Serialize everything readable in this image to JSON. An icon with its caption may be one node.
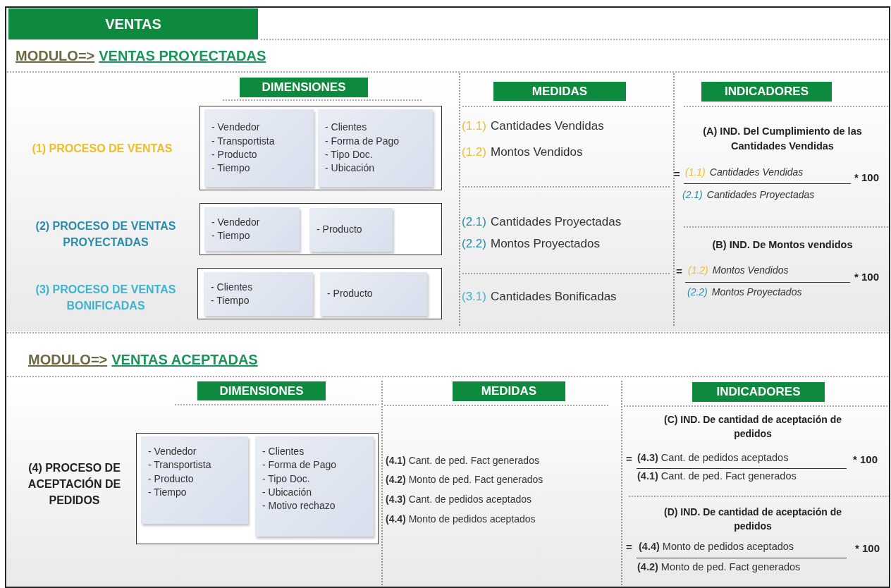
{
  "diagram": {
    "nodes": [
      {
        "text": [
          "VENTAS"
        ]
      },
      {
        "text": [
          "DIMENSIONES"
        ]
      },
      {
        "text": [
          "MEDIDAS"
        ]
      },
      {
        "text": [
          "INDICADORES"
        ]
      },
      {
        "text": [],
        "shape": "box"
      },
      {
        "text": [
          "- Vendedor",
          "- Transportista",
          "- Producto",
          "- Tiempo"
        ],
        "in": 4
      },
      {
        "text": [
          "- Clientes",
          "- Forma de Pago",
          "- Tipo Doc.",
          "- Ubicación"
        ],
        "in": 4
      },
      {
        "text": [],
        "shape": "box"
      },
      {
        "text": [
          "- Vendedor",
          "- Tiempo"
        ],
        "in": 7
      },
      {
        "text": [
          "- Producto"
        ],
        "in": 7
      },
      {
        "text": [],
        "shape": "box"
      },
      {
        "text": [
          "- Clientes",
          "- Tiempo"
        ],
        "in": 10
      },
      {
        "text": [
          "- Producto"
        ],
        "in": 10
      },
      {
        "text": [
          "DIMENSIONES"
        ]
      },
      {
        "text": [
          "MEDIDAS"
        ]
      },
      {
        "text": [
          "INDICADORES"
        ]
      },
      {
        "text": [],
        "shape": "box"
      },
      {
        "text": [
          "- Vendedor",
          "- Transportista",
          "- Producto",
          "- Tiempo"
        ],
        "in": 16
      },
      {
        "text": [
          "- Clientes",
          "- Forma de Pago",
          "- Tipo Doc.",
          "- Ubicación",
          "- Motivo rechazo"
        ],
        "in": 16
      }
    ],
    "labels": [
      "MODULO=>",
      "VENTAS PROYECTADAS",
      "(1) PROCESO DE VENTAS",
      "(1.1)",
      "Cantidades Vendidas",
      "(1.2)",
      "Montos Vendidos",
      "(A) IND. Del Cumplimiento de las Cantidades Vendidas",
      "=",
      "(1.1)",
      "Cantidades Vendidas",
      "* 100",
      "(2.1)",
      "Cantidades Proyectadas",
      "(2) PROCESO DE VENTAS PROYECTADAS",
      "(2.1)",
      "Cantidades Proyectadas",
      "(2.2)",
      "Montos Proyectados",
      "(B) IND. De Montos vendidos",
      "=",
      "(1.2)",
      "Montos Vendidos",
      "* 100",
      "(2.2)",
      "Montos Proyectados",
      "(3) PROCESO DE VENTAS BONIFICADAS",
      "(3.1)",
      "Cantidades Bonificadas",
      "MODULO=>",
      "VENTAS ACEPTADAS",
      "(4) PROCESO DE ACEPTACIÓN DE PEDIDOS",
      "**(4.1)** Cant. de ped. Fact generados",
      "**(4.2)** Monto de ped. Fact generados",
      "**(4.3)** Cant. de pedidos aceptados",
      "**(4.4)** Monto de pedidos aceptados",
      "(C) IND. De cantidad de aceptación de pedidos",
      "=",
      "**(4.3)** Cant. de pedidos aceptados",
      "* 100",
      "**(4.1)** Cant. de ped. Fact generados",
      "(D) IND. De cantidad de aceptación de pedidos",
      "=",
      "**(4.4)** Monto de pedidos aceptados",
      "* 100",
      "**(4.2)** Monto de ped. Fact generados"
    ]
  }
}
